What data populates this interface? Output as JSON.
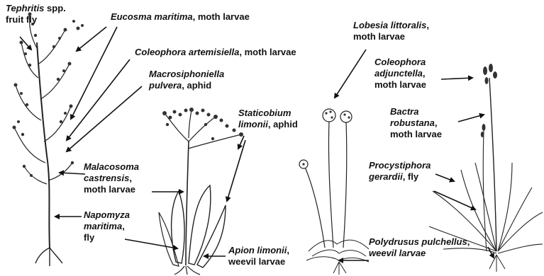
{
  "colors": {
    "ink": "#111111",
    "background": "#ffffff"
  },
  "labels": {
    "tephritis": {
      "name": "Tephritis",
      "rest1": " spp.",
      "line2": "fruit fly"
    },
    "eucosma": {
      "name": "Eucosma maritima",
      "rest": ", moth larvae"
    },
    "coleophora_art": {
      "name": "Coleophora artemisiella",
      "rest": ", moth larvae"
    },
    "macrosiphoniella": {
      "line1": "Macrosiphoniella",
      "name2": "pulvera",
      "rest2": ",  aphid"
    },
    "malacosoma": {
      "line1": "Malacosoma",
      "name2": "castrensis",
      "rest2": ",",
      "line3": "moth larvae"
    },
    "napomyza": {
      "line1": "Napomyza",
      "name2": "maritima",
      "rest2": ",",
      "line3": "fly"
    },
    "staticobium": {
      "line1": "Staticobium",
      "name2": "limonii",
      "rest2": ", aphid"
    },
    "apion": {
      "name": "Apion limonii",
      "rest": ",",
      "line2": "weevil larvae"
    },
    "lobesia": {
      "name": "Lobesia littoralis",
      "rest": ",",
      "line2": "moth larvae"
    },
    "coleophora_adj": {
      "line1": "Coleophora",
      "name2": "adjunctella",
      "rest2": ",",
      "line3": "moth larvae"
    },
    "bactra": {
      "line1": "Bactra",
      "name2": "robustana",
      "rest2": ",",
      "line3": "moth larvae"
    },
    "procystiphora": {
      "line1": "Procystiphora",
      "name2": "gerardii",
      "rest2": ", fly"
    },
    "polydrusus": {
      "name": "Polydrusus pulchellus",
      "rest": ",",
      "line2": "weevil larvae"
    }
  }
}
